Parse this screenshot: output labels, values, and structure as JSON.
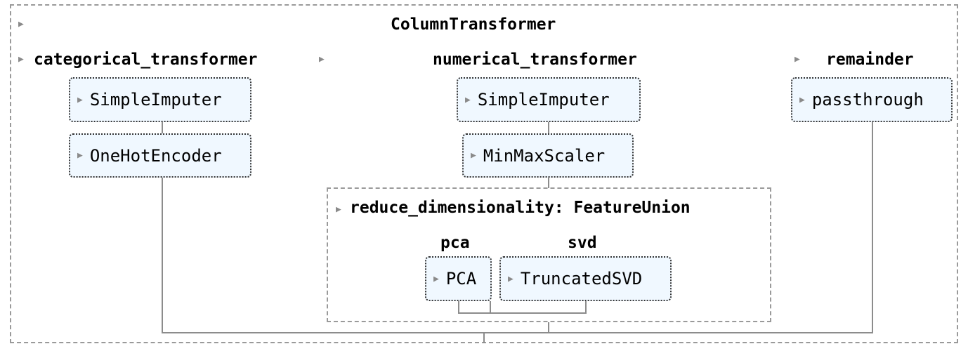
{
  "toggle_icon": "▶",
  "column_transformer": {
    "title": "ColumnTransformer"
  },
  "branches": {
    "categorical": {
      "label": "categorical_transformer",
      "steps": [
        "SimpleImputer",
        "OneHotEncoder"
      ]
    },
    "numerical": {
      "label": "numerical_transformer",
      "steps": [
        "SimpleImputer",
        "MinMaxScaler"
      ],
      "feature_union": {
        "label": "reduce_dimensionality: FeatureUnion",
        "parts": [
          {
            "label": "pca",
            "estimator": "PCA"
          },
          {
            "label": "svd",
            "estimator": "TruncatedSVD"
          }
        ]
      }
    },
    "remainder": {
      "label": "remainder",
      "steps": [
        "passthrough"
      ]
    }
  },
  "colors": {
    "node_background": "#f0f8ff",
    "node_border": "#333333",
    "outer_border": "#9a9a9a",
    "connector": "#8c8c8c",
    "toggle_triangle": "#8a8a8a"
  }
}
